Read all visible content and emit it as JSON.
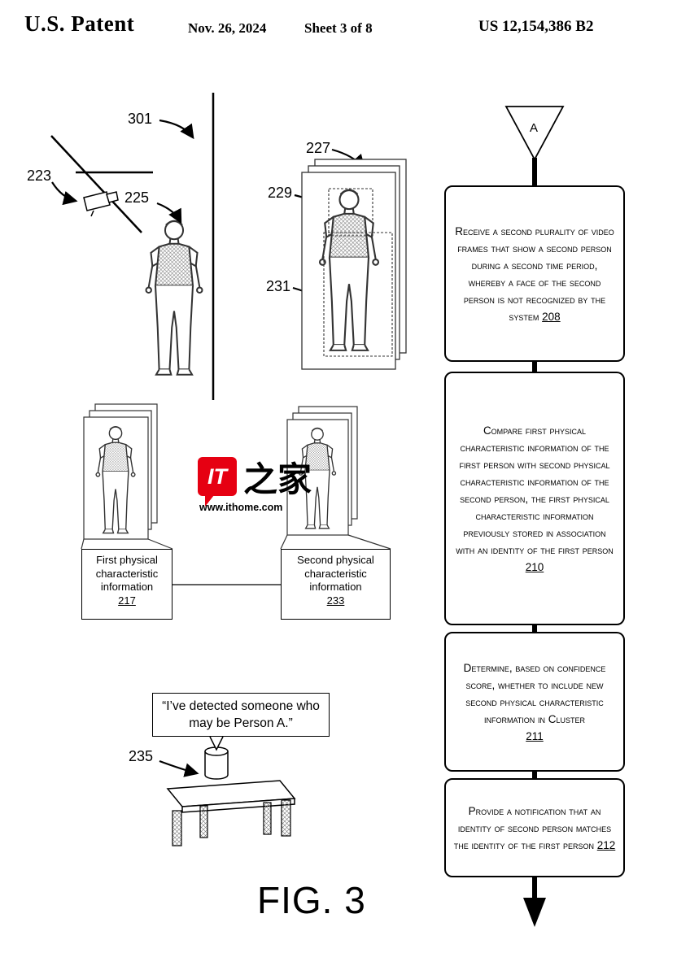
{
  "header": {
    "title": "U.S. Patent",
    "date": "Nov. 26, 2024",
    "sheet": "Sheet 3 of 8",
    "patent_number": "US 12,154,386 B2"
  },
  "scene": {
    "labels": {
      "wall_scene": "301",
      "camera": "223",
      "first_person": "225",
      "video_frames": "227",
      "face_region": "229",
      "body_region": "231",
      "assistant_device": "235"
    },
    "first_info_box": {
      "text": "First physical characteristic information",
      "ref": "217"
    },
    "second_info_box": {
      "text": "Second physical characteristic information",
      "ref": "233"
    },
    "speech_bubble": "“I’ve detected someone who may be Person A.”"
  },
  "watermark": {
    "logo": "IT",
    "logo_cjk": "之家",
    "site": "www.ithome.com"
  },
  "flowchart": {
    "entry_label": "A",
    "steps": [
      {
        "text": "Receive a second plurality of video frames that show a second person during a second time period, whereby a face of the second person is not recognized by the system",
        "ref": "208"
      },
      {
        "text": "Compare first physical characteristic information of the first person with second physical characteristic information of the second person, the first physical characteristic information previously stored in association with an identity of the first person",
        "ref": "210"
      },
      {
        "text": "Determine, based on confidence score, whether to include new second physical characteristic information in Cluster",
        "ref": "211"
      },
      {
        "text": "Provide a notification that an identity of second person matches the identity of the first person",
        "ref": "212"
      }
    ]
  },
  "figure_caption": "FIG. 3"
}
